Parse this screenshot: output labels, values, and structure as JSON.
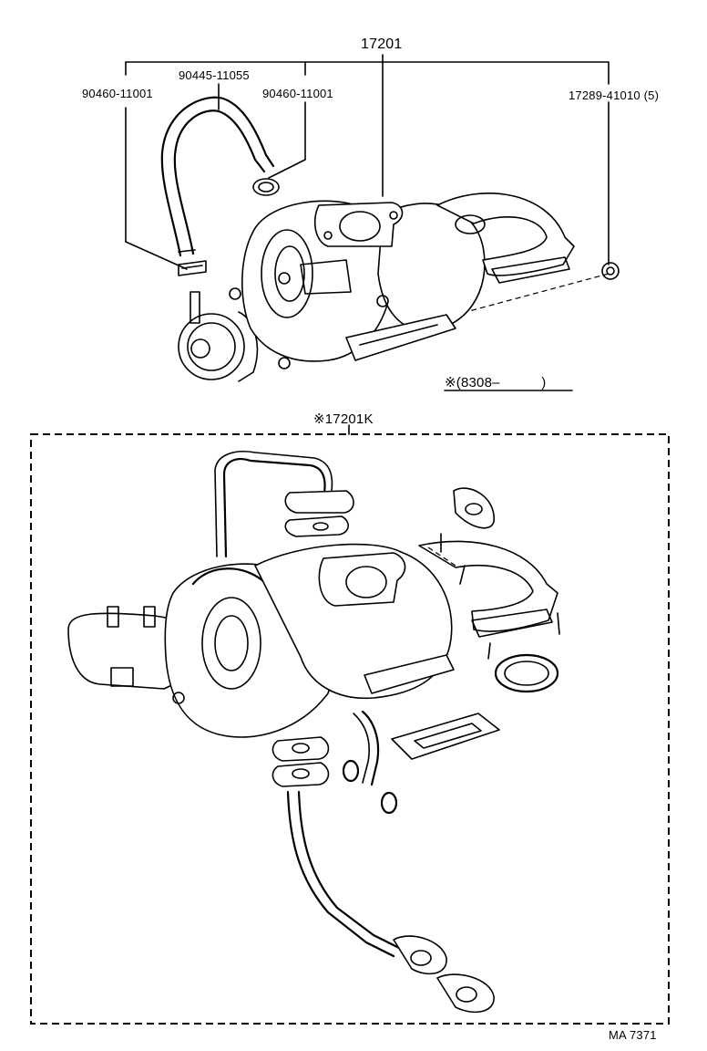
{
  "upper_assembly": {
    "main_part_no": "17201",
    "callouts": {
      "hose_clip_left": "90460-11001",
      "hose": "90445-11055",
      "hose_clip_right": "90460-11001",
      "nut": "17289-41010 (5)"
    },
    "applicability_note": "※(8308–   )"
  },
  "lower_assembly": {
    "kit_part_no": "※17201K"
  },
  "diagram_code": "MA 7371"
}
